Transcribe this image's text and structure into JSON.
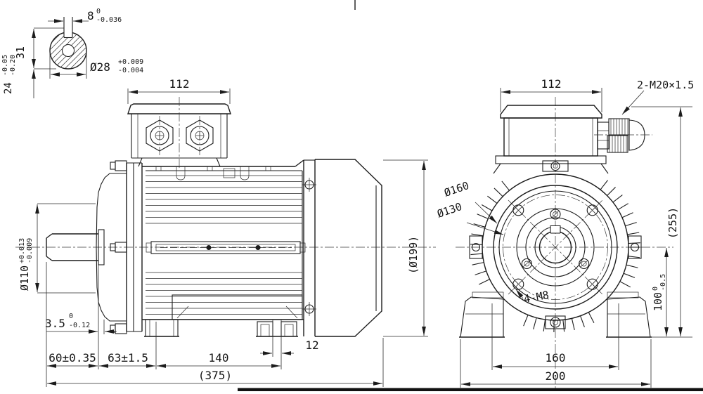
{
  "shaft_section": {
    "key_width": "8",
    "key_tol_up": "0",
    "key_tol_lo": "-0.036",
    "height_31": "31",
    "dia": "Ø28",
    "dia_tol_up": "+0.009",
    "dia_tol_lo": "-0.004",
    "depth_24": "24",
    "depth_tol_up": "-0.05",
    "depth_tol_lo": "-0.20"
  },
  "side_view": {
    "terminal_box_width": "112",
    "spigot_dia": "Ø110",
    "spigot_dia_tol_up": "+0.013",
    "spigot_dia_tol_lo": "-0.009",
    "spigot_depth": "3.5",
    "spigot_depth_tol_up": "0",
    "spigot_depth_tol_lo": "-0.12",
    "shaft_length": "60±0.35",
    "flange_to_foot": "63±1.5",
    "foot_hole_spacing": "140",
    "foot_pad_width": "12",
    "overall_length": "(375)",
    "cowl_dia": "(Ø199)"
  },
  "front_view": {
    "terminal_box_width": "112",
    "cable_gland": "2-M20×1.5",
    "flange_dia": "Ø160",
    "bolt_circle_dia": "Ø130",
    "mounting_holes": "4-M8",
    "shaft_height": "100",
    "shaft_height_tol_up": "0",
    "shaft_height_tol_lo": "-0.5",
    "foot_hole_spacing": "160",
    "foot_width": "200",
    "overall_height": "(255)"
  }
}
